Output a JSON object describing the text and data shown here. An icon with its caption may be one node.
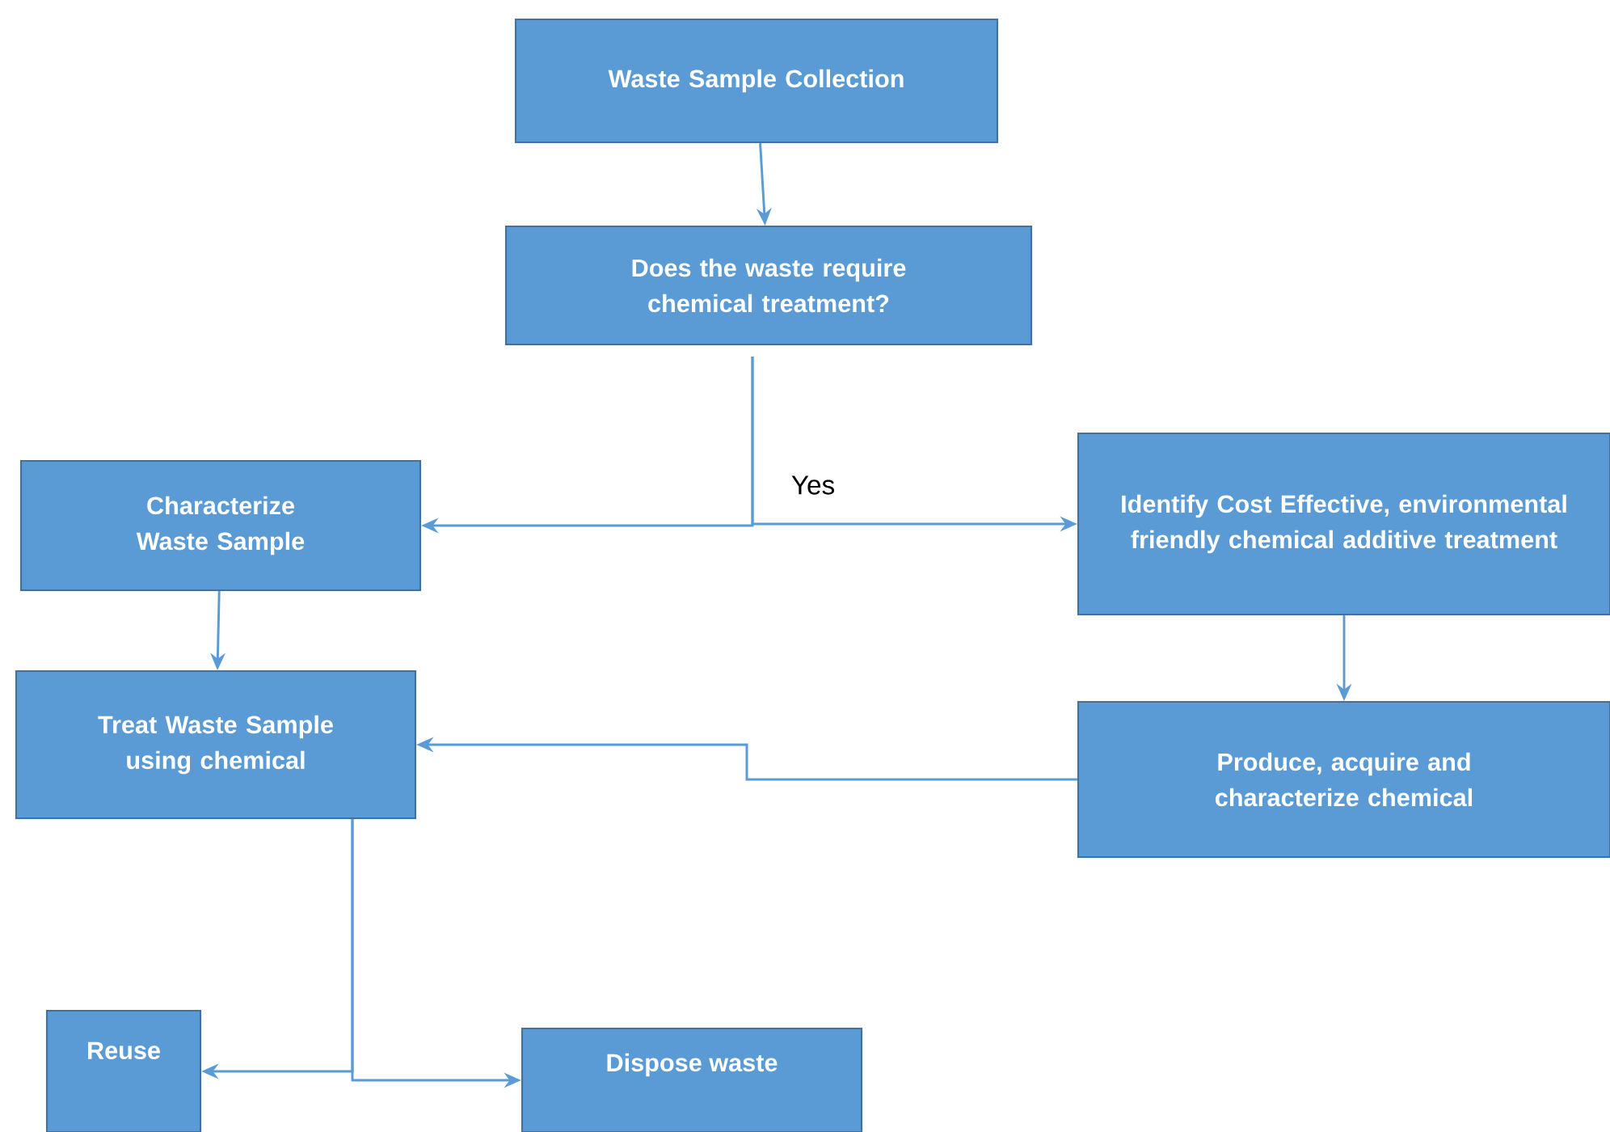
{
  "diagram": {
    "nodes": [
      {
        "text": [
          "Waste Sample Collection"
        ]
      },
      {
        "text": [
          "Does the waste require chemical treatment?"
        ]
      },
      {
        "text": [
          "Characterize Waste Sample"
        ]
      },
      {
        "text": [
          "Identify Cost Effective, environmental friendly chemical additive treatment"
        ]
      },
      {
        "text": [
          "Treat Waste Sample using chemical"
        ]
      },
      {
        "text": [
          "Produce, acquire and characterize chemical"
        ]
      },
      {
        "text": [
          "Reuse"
        ]
      },
      {
        "text": [
          "Dispose waste"
        ]
      }
    ],
    "edges": [
      {
        "from": 0,
        "to": 1,
        "arrow": "to"
      },
      {
        "from": 1,
        "to": 2,
        "arrow": "to"
      },
      {
        "from": 1,
        "to": 3,
        "arrow": "to",
        "label": "Yes"
      },
      {
        "from": 3,
        "to": 5,
        "arrow": "to"
      },
      {
        "from": 5,
        "to": 4,
        "arrow": "to"
      },
      {
        "from": 2,
        "to": 4,
        "arrow": "to"
      },
      {
        "from": 4,
        "to": 6,
        "arrow": "to"
      },
      {
        "from": 4,
        "to": 7,
        "arrow": "to"
      }
    ]
  }
}
